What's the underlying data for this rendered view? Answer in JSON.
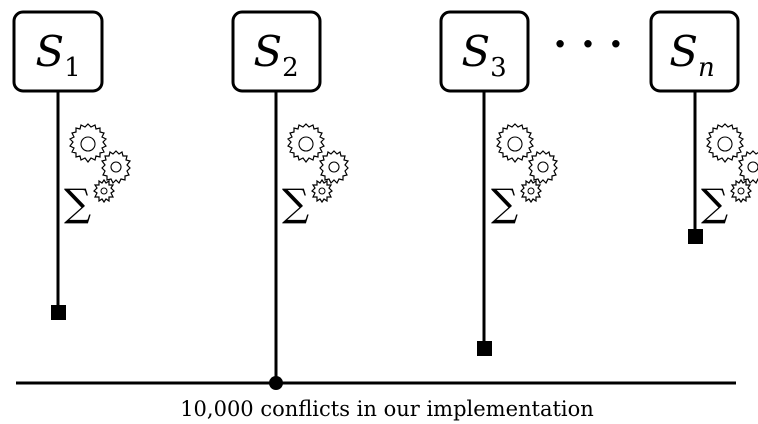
{
  "solvers": [
    {
      "letter": "S",
      "subscript": "1"
    },
    {
      "letter": "S",
      "subscript": "2"
    },
    {
      "letter": "S",
      "subscript": "3"
    },
    {
      "letter": "S",
      "subscript": "n"
    }
  ],
  "ellipsis": "· · ·",
  "caption": "10,000 conflicts in our implementation",
  "glyphs": {
    "sum": "∑"
  },
  "colors": {
    "stroke": "#000000",
    "background": "#ffffff"
  },
  "icons": [
    "gear-icon",
    "sum-icon"
  ]
}
